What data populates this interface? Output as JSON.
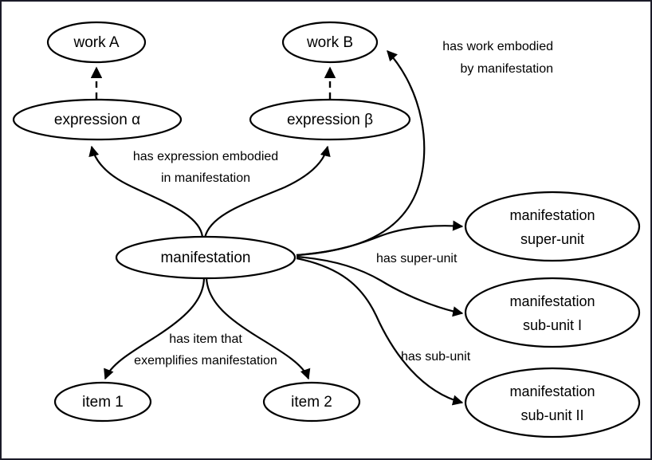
{
  "diagram": {
    "title": "FRBR manifestation relationships diagram",
    "frame_color": "#1b1b28",
    "background_color": "#ffffff",
    "stroke_color": "#000000",
    "nodes": [
      {
        "id": "work-a",
        "label_line1": "work A",
        "label_line2": ""
      },
      {
        "id": "work-b",
        "label_line1": "work B",
        "label_line2": ""
      },
      {
        "id": "expression-alpha",
        "label_line1": "expression α",
        "label_line2": ""
      },
      {
        "id": "expression-beta",
        "label_line1": "expression β",
        "label_line2": ""
      },
      {
        "id": "manifestation",
        "label_line1": "manifestation",
        "label_line2": ""
      },
      {
        "id": "item-1",
        "label_line1": "item 1",
        "label_line2": ""
      },
      {
        "id": "item-2",
        "label_line1": "item 2",
        "label_line2": ""
      },
      {
        "id": "manifestation-super-unit",
        "label_line1": "manifestation",
        "label_line2": "super-unit"
      },
      {
        "id": "manifestation-sub-unit-1",
        "label_line1": "manifestation",
        "label_line2": "sub-unit I"
      },
      {
        "id": "manifestation-sub-unit-2",
        "label_line1": "manifestation",
        "label_line2": "sub-unit II"
      }
    ],
    "edge_labels": {
      "has_work_embodied_line1": "has work embodied",
      "has_work_embodied_line2": "by manifestation",
      "has_expression_embodied_line1": "has expression  embodied",
      "has_expression_embodied_line2": "in manifestation",
      "has_item_that_line1": "has item that",
      "has_item_that_line2": "exemplifies  manifestation",
      "has_super_unit": "has super-unit",
      "has_sub_unit": "has sub-unit"
    }
  }
}
